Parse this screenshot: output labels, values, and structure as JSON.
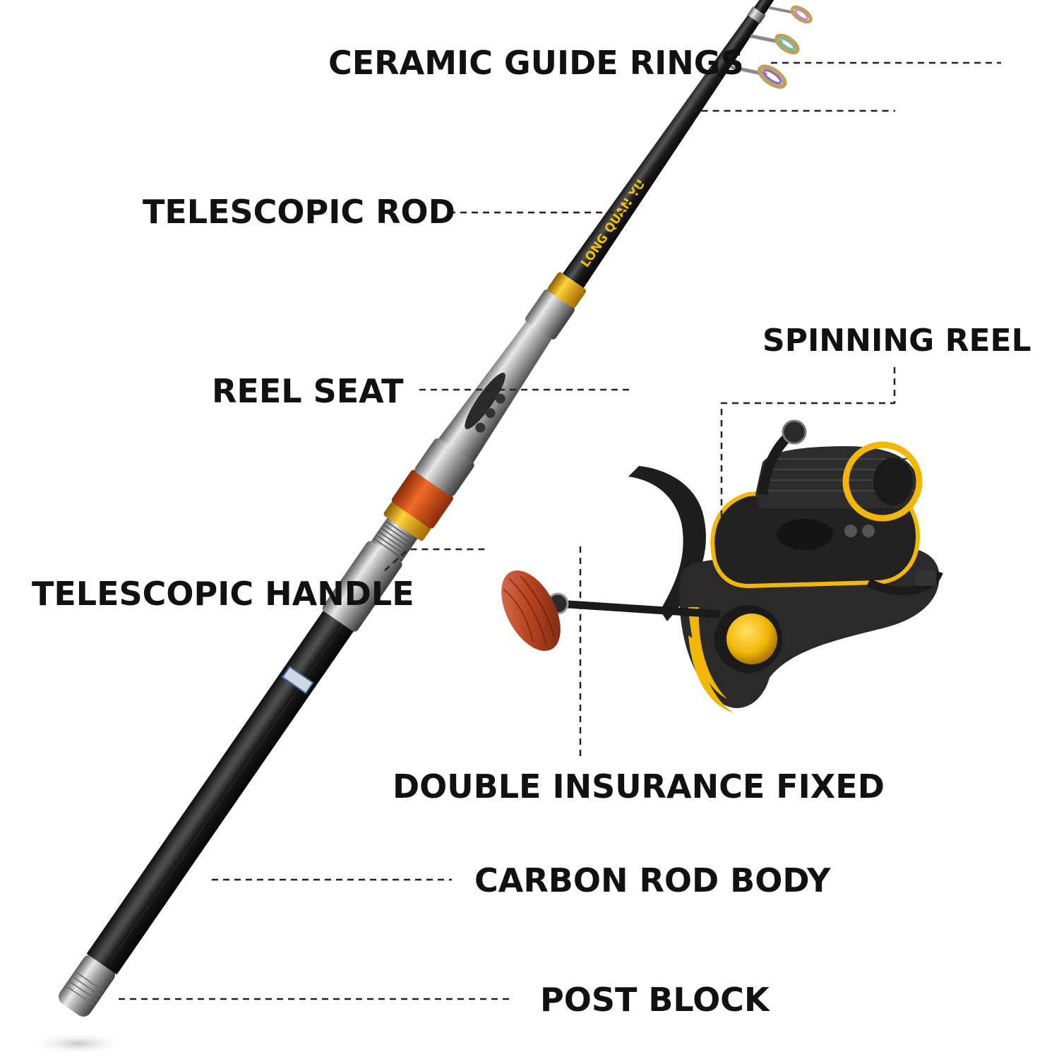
{
  "callouts": {
    "ceramic_guide_rings": "CERAMIC GUIDE RINGS",
    "telescopic_rod": "TELESCOPIC ROD",
    "reel_seat": "REEL SEAT",
    "spinning_reel": "SPINNING REEL",
    "telescopic_handle": "TELESCOPIC HANDLE",
    "double_insurance_fixed": "DOUBLE INSURANCE FIXED",
    "carbon_rod_body": "CARBON ROD BODY",
    "post_block": "POST BLOCK"
  },
  "brand_lettering": "LONG QUAN YU",
  "colors": {
    "rod_carbon": "#1c1c1c",
    "metal": "#9a9a9a",
    "accent_gold": "#f2b705",
    "accent_orange": "#e0581b",
    "knob_wood": "#b5421f",
    "text": "#111111"
  }
}
